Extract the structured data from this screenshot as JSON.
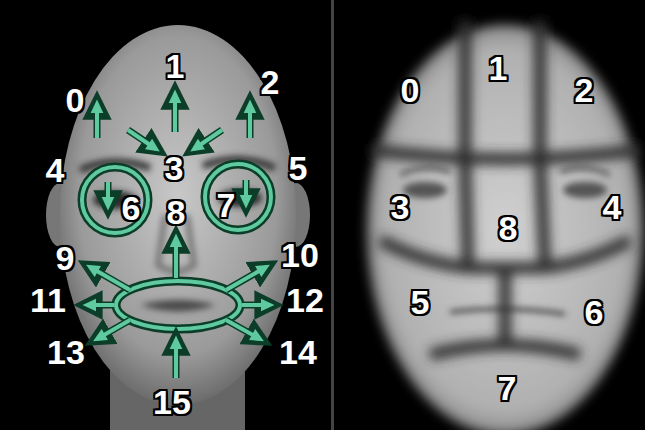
{
  "diagram": {
    "nodes": [
      {
        "text": [
          "6"
        ]
      },
      {
        "text": [
          "7"
        ]
      }
    ],
    "labels": [
      "0",
      "1",
      "2",
      "4",
      "3",
      "5",
      "8",
      "9",
      "10",
      "11",
      "12",
      "13",
      "14",
      "15",
      "0",
      "1",
      "2",
      "3",
      "8",
      "4",
      "5",
      "6",
      "7"
    ]
  }
}
